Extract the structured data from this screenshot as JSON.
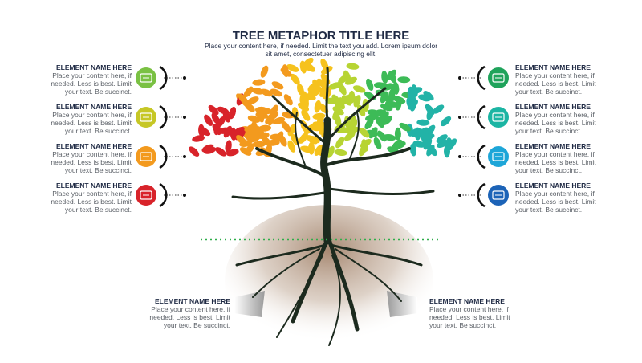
{
  "title": "TREE METAPHOR TITLE HERE",
  "subtitle": "Place your content here, if needed. Limit the text you add. Lorem ipsum dolor sit amet, consectetuer adipiscing elit.",
  "left_items": [
    {
      "name": "ELEMENT NAME HERE",
      "desc": "Place your content here, if needed. Less is best. Limit your text. Be succinct.",
      "color": "#7ac143",
      "icon": "code-window-icon"
    },
    {
      "name": "ELEMENT NAME HERE",
      "desc": "Place your content here, if needed. Less is best. Limit your text. Be succinct.",
      "color": "#c6c725",
      "icon": "web-page-icon"
    },
    {
      "name": "ELEMENT NAME HERE",
      "desc": "Place your content here, if needed. Less is best. Limit your text. Be succinct.",
      "color": "#f39a1e",
      "icon": "globe-network-icon"
    },
    {
      "name": "ELEMENT NAME HERE",
      "desc": "Place your content here, if needed. Less is best. Limit your text. Be succinct.",
      "color": "#d8232a",
      "icon": "laptop-code-icon"
    }
  ],
  "right_items": [
    {
      "name": "ELEMENT NAME HERE",
      "desc": "Place your content here, if needed. Less is best. Limit your text. Be succinct.",
      "color": "#1fa35b",
      "icon": "monitor-chart-icon"
    },
    {
      "name": "ELEMENT NAME HERE",
      "desc": "Place your content here, if needed. Less is best. Limit your text. Be succinct.",
      "color": "#1bb5a3",
      "icon": "design-tools-icon"
    },
    {
      "name": "ELEMENT NAME HERE",
      "desc": "Place your content here, if needed. Less is best. Limit your text. Be succinct.",
      "color": "#1ea6d8",
      "icon": "gears-icon"
    },
    {
      "name": "ELEMENT NAME HERE",
      "desc": "Place your content here, if needed. Less is best. Limit your text. Be succinct.",
      "color": "#1c63b7",
      "icon": "magnifier-icon"
    }
  ],
  "root_items": [
    {
      "name": "ELEMENT NAME HERE",
      "desc": "Place your content here, if needed. Less is best. Limit your text. Be succinct."
    },
    {
      "name": "ELEMENT NAME HERE",
      "desc": "Place your content here, if needed. Less is best. Limit your text. Be succinct."
    }
  ],
  "colors": {
    "trunk": "#1c2a1e",
    "ground_line": "#2fae4a",
    "soil": "#a2826a"
  }
}
